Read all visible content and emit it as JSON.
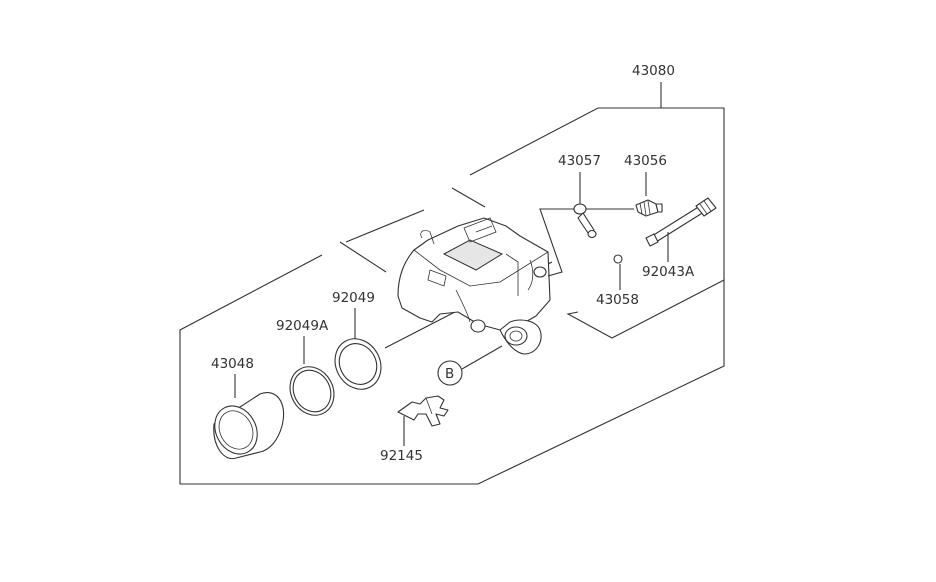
{
  "labels": {
    "assembly": "43080",
    "bleeder_cap": "43057",
    "bleeder_screw": "43056",
    "ball": "43058",
    "guide_pin": "92043A",
    "seal": "92049",
    "boot": "92049A",
    "piston": "43048",
    "spring_clip": "92145",
    "callout_b": "B"
  }
}
